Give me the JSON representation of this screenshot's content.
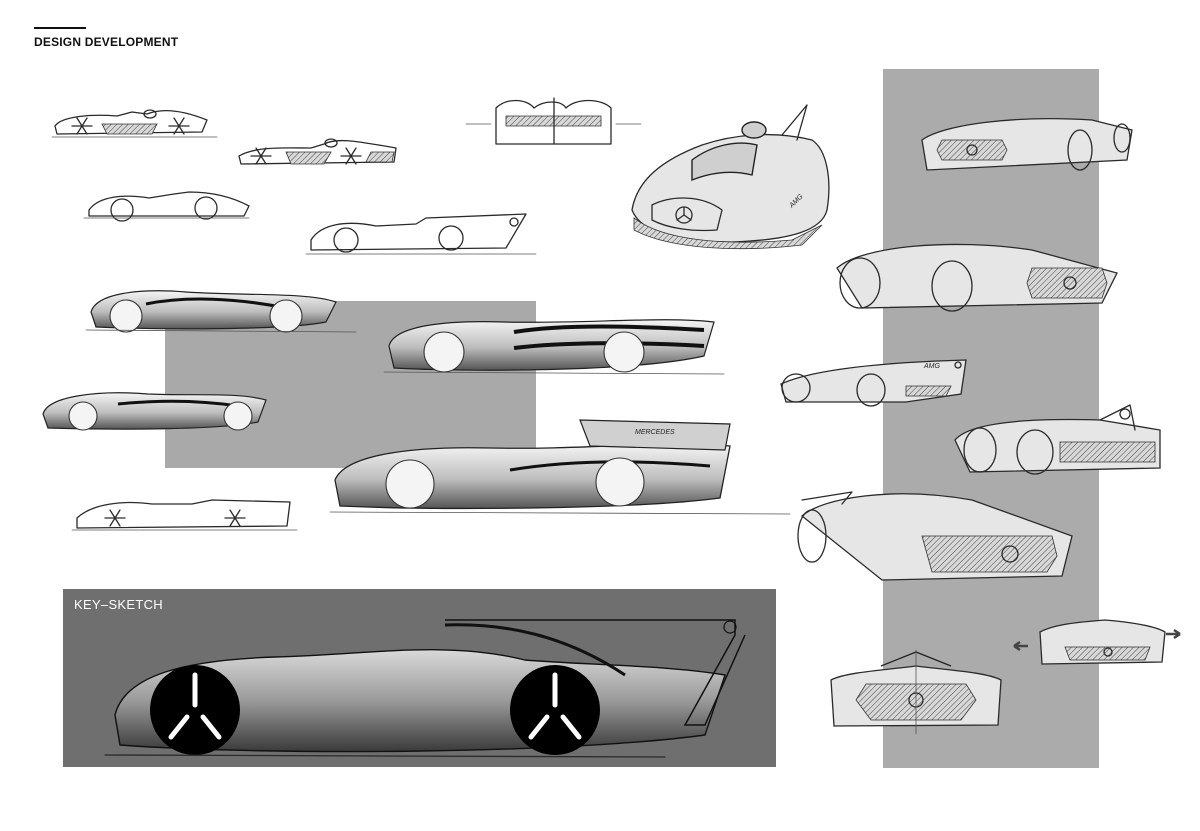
{
  "header": {
    "title": "DESIGN DEVELOPMENT"
  },
  "key_sketch": {
    "label": "KEY–SKETCH"
  },
  "sketch_badges": {
    "front_three_quarter": "AMG",
    "side_right_small": "AMG",
    "side_large": "MERCEDES"
  },
  "colors": {
    "background": "#ffffff",
    "panel_light": "#ababab",
    "panel_key": "#6f6f6f",
    "text": "#111111",
    "key_label": "#ffffff"
  },
  "sketches": [
    {
      "id": "side-star-wheels-1",
      "view": "side"
    },
    {
      "id": "side-star-wheels-2",
      "view": "side"
    },
    {
      "id": "rear-view-small",
      "view": "rear"
    },
    {
      "id": "side-line-1",
      "view": "side"
    },
    {
      "id": "side-line-2",
      "view": "side"
    },
    {
      "id": "front-three-quarter-amg",
      "view": "front-3/4"
    },
    {
      "id": "side-rendered-1",
      "view": "side"
    },
    {
      "id": "side-rendered-2",
      "view": "side"
    },
    {
      "id": "side-rendered-3",
      "view": "side"
    },
    {
      "id": "side-rendered-mercedes",
      "view": "side"
    },
    {
      "id": "side-star-wheels-3",
      "view": "side"
    },
    {
      "id": "key-sketch-side",
      "view": "side"
    },
    {
      "id": "right-front-1",
      "view": "front-3/4"
    },
    {
      "id": "right-front-2",
      "view": "front-3/4"
    },
    {
      "id": "right-side-amg",
      "view": "side"
    },
    {
      "id": "right-front-3",
      "view": "front-3/4"
    },
    {
      "id": "right-front-4",
      "view": "front-3/4"
    },
    {
      "id": "front-view-large",
      "view": "front"
    },
    {
      "id": "front-view-small-arrows",
      "view": "front"
    }
  ]
}
